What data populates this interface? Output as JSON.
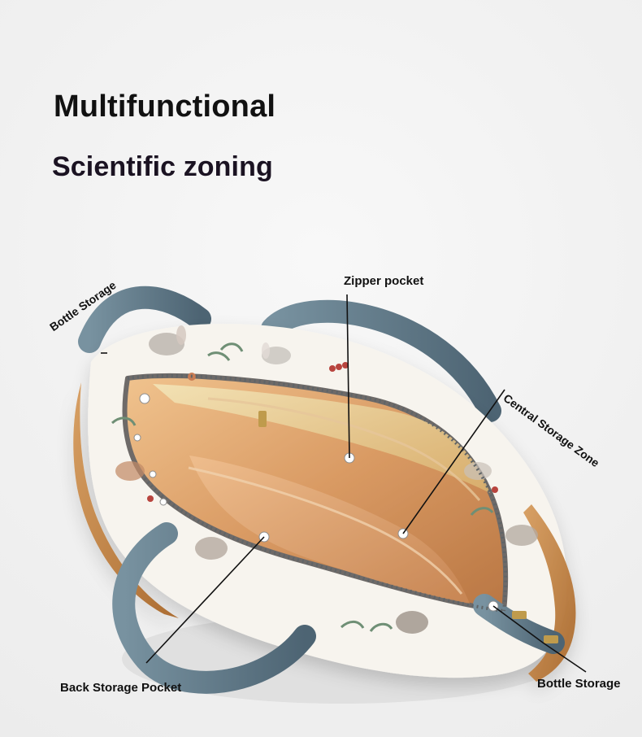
{
  "heading": {
    "title": "Multifunctional",
    "subtitle": "Scientific zoning"
  },
  "callouts": {
    "zipper_pocket": "Zipper pocket",
    "bottle_storage_left": "Bottle Storage",
    "central_storage_zone": "Central Storage Zone",
    "back_storage_pocket": "Back Storage Pocket",
    "bottle_storage_right": "Bottle Storage"
  },
  "colors": {
    "background": "#f3f3f3",
    "strap": "#5f7582",
    "lining": "#d79b68",
    "fabric": "#f7f4ee",
    "accent_brown": "#b87838",
    "text": "#111111"
  },
  "icons": {
    "bag": "tote-bag-icon",
    "pattern": "rabbit-floral-print-icon"
  }
}
